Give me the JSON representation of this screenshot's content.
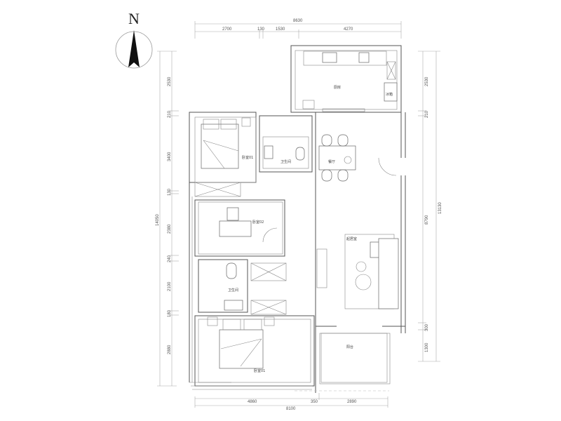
{
  "compass": {
    "label": "N"
  },
  "dimensions": {
    "top_total": "8630",
    "top_segments": [
      "2700",
      "130",
      "1530",
      "4270"
    ],
    "bottom_total": "8100",
    "bottom_segments": [
      "4860",
      "350",
      "2890"
    ],
    "left_total": "14050",
    "left_segments": [
      "2530",
      "210",
      "3400",
      "130",
      "2380",
      "240",
      "2100",
      "180",
      "2880"
    ],
    "right_total": "13130",
    "right_segments": [
      "2530",
      "210",
      "8790",
      "300",
      "1300"
    ]
  },
  "rooms": {
    "kitchen": "厨房",
    "fridge": "冰箱",
    "bedroom_top": "卧室01",
    "bathroom_top": "卫生间",
    "dining": "餐厅",
    "bedroom_middle": "卧室02",
    "living": "起居室",
    "bathroom_bottom": "卫生间",
    "bedroom_bottom": "卧室01",
    "balcony": "阳台"
  }
}
